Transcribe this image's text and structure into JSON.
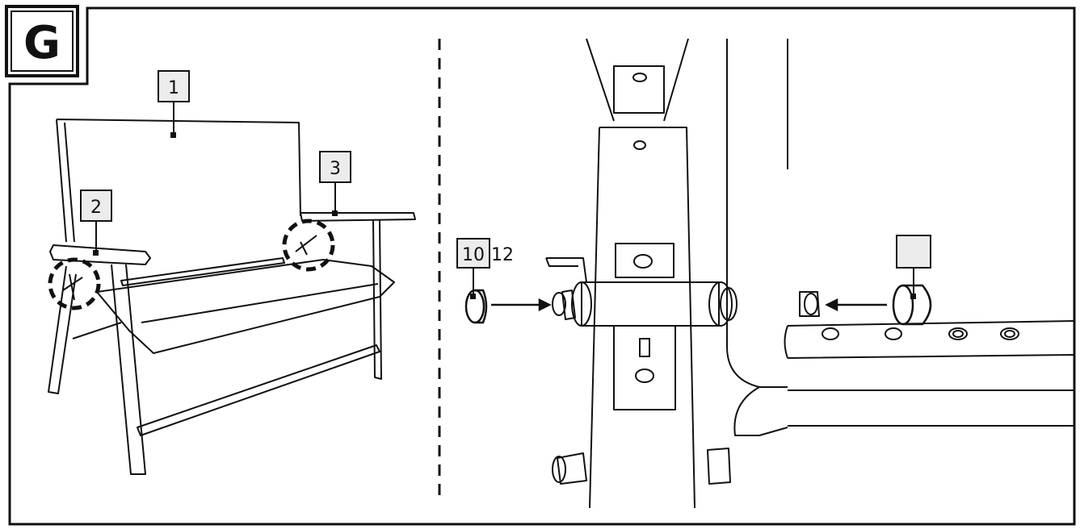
{
  "step": {
    "letter": "G"
  },
  "left_panel": {
    "callouts": [
      {
        "id": "1",
        "text": "1"
      },
      {
        "id": "2",
        "text": "2"
      },
      {
        "id": "3",
        "text": "3"
      }
    ]
  },
  "right_panel": {
    "callout_main": "10",
    "callout_suffix": "12",
    "callout_blank": ""
  },
  "colors": {
    "line": "#111111",
    "label_fill": "#ececec",
    "background": "#ffffff"
  }
}
